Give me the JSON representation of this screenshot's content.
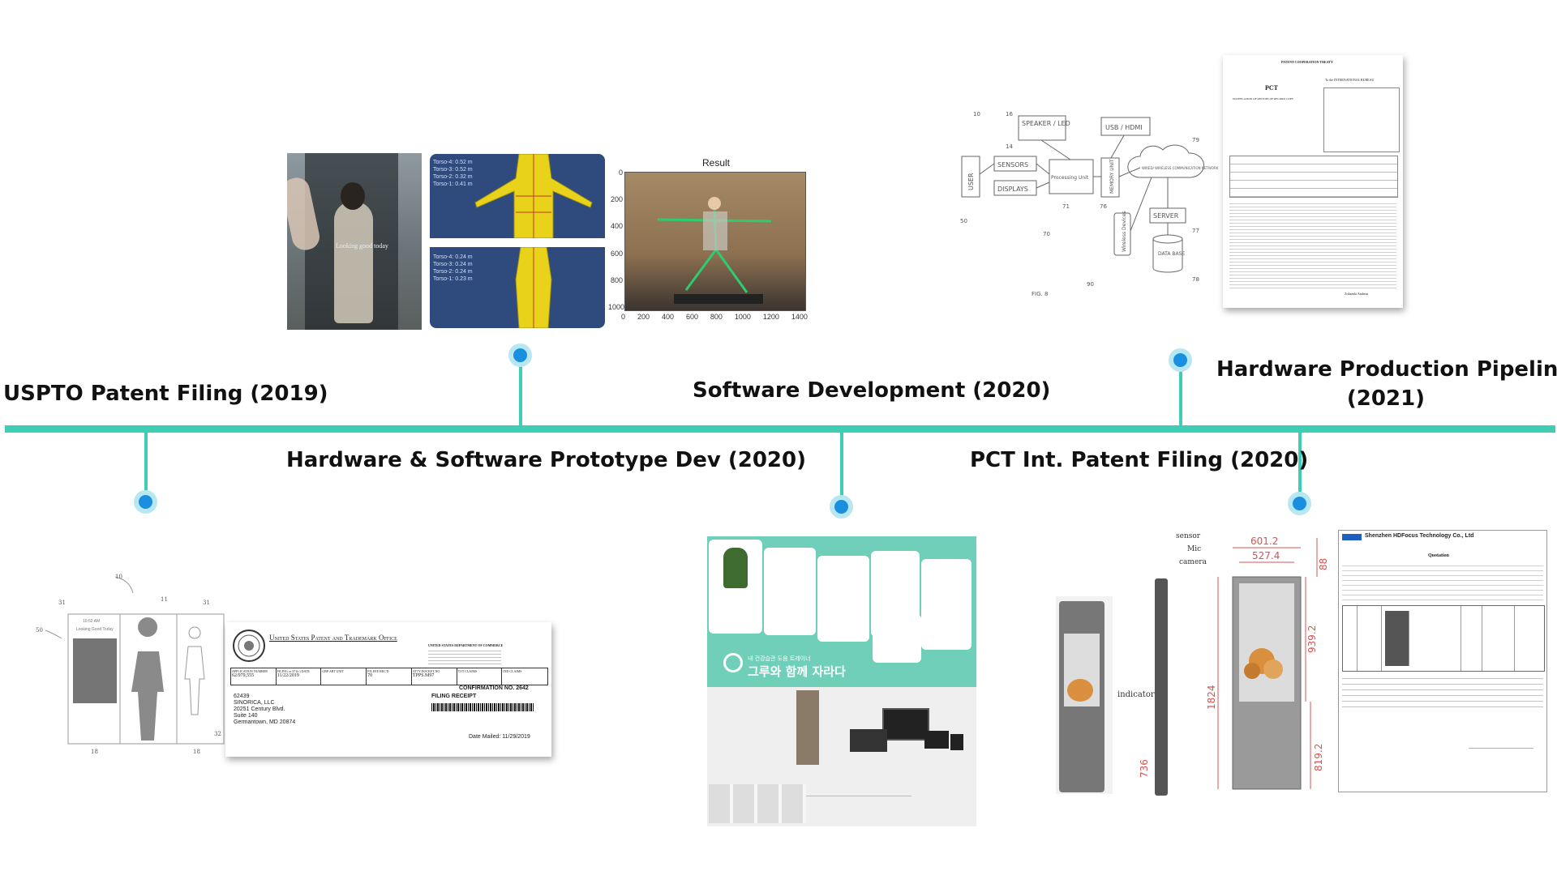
{
  "colors": {
    "timeline": "#3fcdb3",
    "node_fill": "#1a8fe0",
    "node_ring": "#b8e7f4",
    "pose_bg": "#2f4a7c",
    "app_mint": "#6fcfb9"
  },
  "milestones": {
    "uspto": "USPTO Patent Filing (2019)",
    "proto": "Hardware & Software Prototype Dev (2020)",
    "software": "Software Development (2020)",
    "pct": "PCT Int. Patent Filing (2020)",
    "hardware_line1": "Hardware Production Pipeline",
    "hardware_line2": "(2021)"
  },
  "prototype": {
    "mirror_text": "Looking good today",
    "torso_top": [
      "Torso-4: 0.52 m",
      "Torso-3: 0.52 m",
      "Torso-2: 0.32 m",
      "Torso-1: 0.41 m"
    ],
    "torso_bottom": [
      "Torso-4: 0.24 m",
      "Torso-3: 0.24 m",
      "Torso-2: 0.24 m",
      "Torso-1: 0.23 m"
    ],
    "result_title": "Result",
    "x_ticks": [
      "0",
      "200",
      "400",
      "600",
      "800",
      "1000",
      "1200",
      "1400"
    ],
    "y_ticks": [
      "0",
      "200",
      "400",
      "600",
      "800",
      "1000"
    ]
  },
  "patent_diagram": {
    "blocks": [
      "SPEAKER / LED",
      "USB / HDMI",
      "SENSORS",
      "DISPLAYS",
      "USER",
      "Processing Unit",
      "MEMORY UNIT",
      "WIRED/ WIRELESS COMMUNICATION NETWORK",
      "SERVER",
      "Wireless Devices",
      "DATA BASE"
    ],
    "refs": [
      "10",
      "16",
      "14",
      "50",
      "70",
      "71",
      "76",
      "79",
      "77",
      "78",
      "90"
    ],
    "fig": "FIG. 8"
  },
  "pct_doc": {
    "header": "PATENT COOPERATION TREATY",
    "title": "PCT",
    "subtitle": "NOTIFICATION OF RECEIPT OF RECORD COPY",
    "to_line": "To the INTERNATIONAL BUREAU",
    "signature": "Zoltanski Andreas"
  },
  "filing_receipt": {
    "office": "United States Patent and Trademark Office",
    "dept": "UNITED STATES DEPARTMENT OF COMMERCE",
    "cols": [
      "APPLICATION NUMBER",
      "FILING or 371(c) DATE",
      "GRP ART UNIT",
      "FIL FEE REC'D",
      "ATTY.DOCKET.NO",
      "TOT CLAIMS",
      "IND CLAIMS"
    ],
    "values": [
      "62/979,555",
      "11/22/2019",
      "",
      "70",
      "TPPS.M97",
      "",
      ""
    ],
    "confirmation": "CONFIRMATION NO. 2642",
    "receipt": "FILING RECEIPT",
    "addr": [
      "62439",
      "SINORICA, LLC",
      "20251 Century Blvd.",
      "Suite 140",
      "Germantown, MD 20874"
    ],
    "mailed": "Date Mailed: 11/29/2019",
    "sketch_refs": [
      "10",
      "11",
      "31",
      "31",
      "50",
      "18",
      "18",
      "32"
    ],
    "sketch_time": "10:52 AM",
    "sketch_text": "Looking Good Today"
  },
  "software": {
    "banner": "그루와 함께 자라다",
    "banner_small": "내 건강습관 도움 트레이너"
  },
  "hardware": {
    "dims": [
      "601.2",
      "527.4",
      "88",
      "939.2",
      "1824",
      "819.2",
      "736"
    ],
    "callouts": [
      "sensor",
      "Mic",
      "camera",
      "indicator"
    ],
    "quote_company": "Shenzhen HDFocus Technology Co., Ltd",
    "quote_title": "Quotation"
  }
}
